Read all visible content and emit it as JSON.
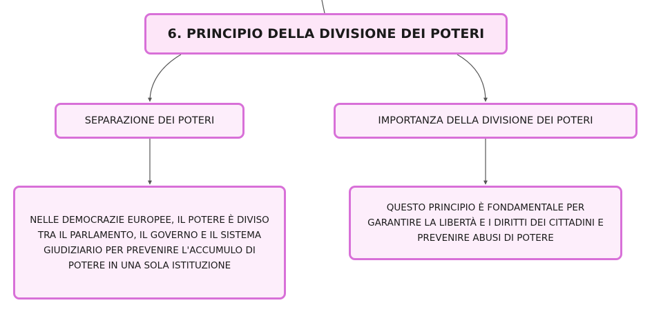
{
  "colors": {
    "node_fill": "#fdeefb",
    "node_border": "#d870d8",
    "connector": "#555555"
  },
  "root": {
    "label": "6. PRINCIPIO DELLA DIVISIONE DEI POTERI"
  },
  "branches": [
    {
      "label": "SEPARAZIONE DEI POTERI",
      "child": "NELLE DEMOCRAZIE EUROPEE, IL POTERE È DIVISO TRA IL PARLAMENTO, IL GOVERNO E IL SISTEMA GIUDIZIARIO PER PREVENIRE L'ACCUMULO DI POTERE IN UNA SOLA ISTITUZIONE"
    },
    {
      "label": "IMPORTANZA DELLA DIVISIONE DEI POTERI",
      "child": "QUESTO PRINCIPIO È FONDAMENTALE PER GARANTIRE LA LIBERTÀ E I DIRITTI DEI CITTADINI E PREVENIRE ABUSI DI POTERE"
    }
  ]
}
